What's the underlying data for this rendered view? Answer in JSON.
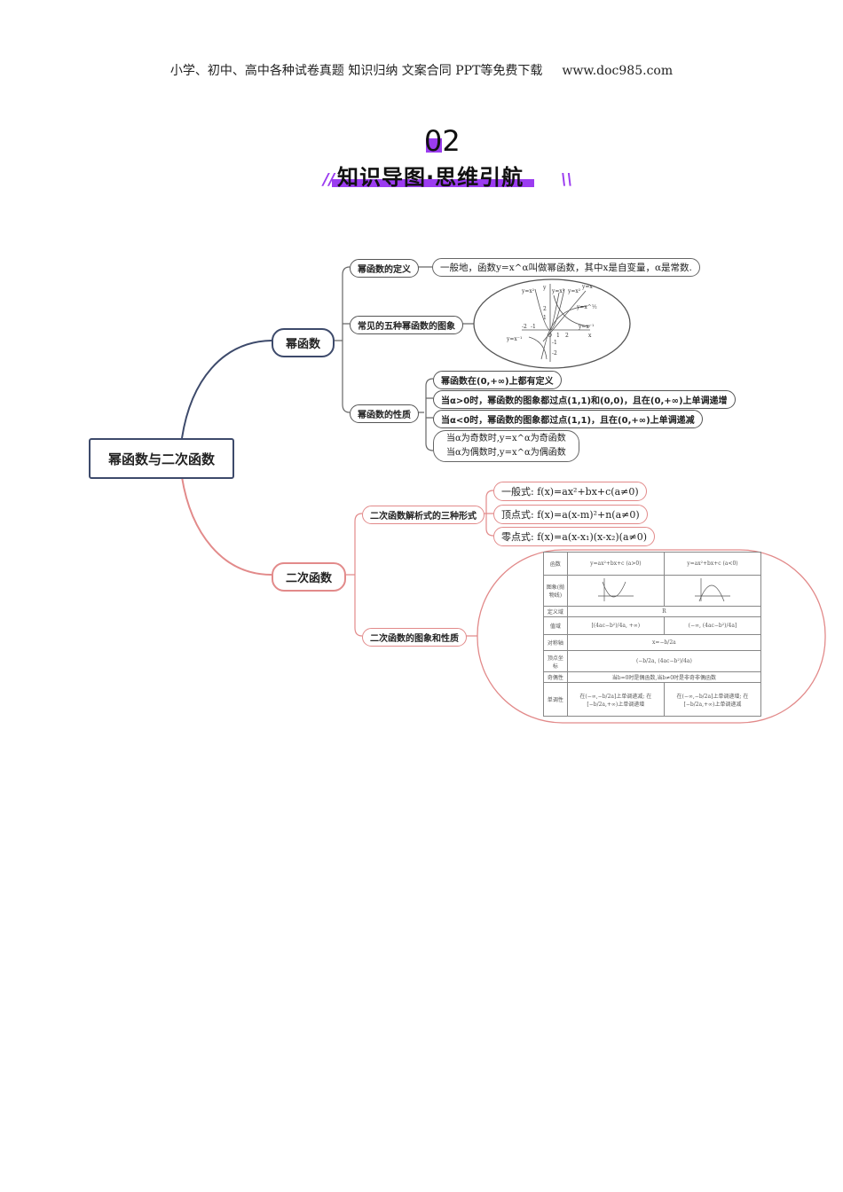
{
  "header": {
    "left": "小学、初中、高中各种试卷真题 知识归纳 文案合同 PPT等免费下载",
    "right": "www.doc985.com"
  },
  "section": {
    "number": "02",
    "title": "知识导图·思维引航"
  },
  "root": "幂函数与二次函数",
  "power": {
    "label": "幂函数",
    "definition": {
      "label": "幂函数的定义",
      "text": "一般地，函数y=x^α叫做幂函数，其中x是自变量，α是常数."
    },
    "graphs": {
      "label": "常见的五种幂函数的图象",
      "curves": [
        "y=x²",
        "y=x³",
        "y=x²",
        "y=x",
        "y=x^½",
        "y=x⁻¹",
        "y=x⁻¹"
      ],
      "ticks": [
        "-2",
        "-1",
        "O",
        "1",
        "2",
        "x",
        "y",
        "2",
        "1",
        "-1",
        "-2"
      ]
    },
    "properties": {
      "label": "幂函数的性质",
      "items": [
        "幂函数在(0,+∞)上都有定义",
        "当α>0时，幂函数的图象都过点(1,1)和(0,0)，且在(0,+∞)上单调递增",
        "当α<0时，幂函数的图象都过点(1,1)，且在(0,+∞)上单调递减"
      ],
      "parity": [
        "当α为奇数时,y=x^α为奇函数",
        "当α为偶数时,y=x^α为偶函数"
      ]
    }
  },
  "quadratic": {
    "label": "二次函数",
    "forms": {
      "label": "二次函数解析式的三种形式",
      "items": [
        "一般式: f(x)=ax²+bx+c(a≠0)",
        "顶点式: f(x)=a(x-m)²+n(a≠0)",
        "零点式: f(x)=a(x-x₁)(x-x₂)(a≠0)"
      ]
    },
    "table": {
      "label": "二次函数的图象和性质",
      "rows": [
        [
          "函数",
          "y=ax²+bx+c (a>0)",
          "y=ax²+bx+c (a<0)"
        ],
        [
          "图象(抛物线)",
          "",
          ""
        ],
        [
          "定义域",
          "R"
        ],
        [
          "值域",
          "[(4ac−b²)/4a, +∞)",
          "(−∞, (4ac−b²)/4a]"
        ],
        [
          "对称轴",
          "x=−b/2a"
        ],
        [
          "顶点坐标",
          "(−b/2a, (4ac−b²)/4a)"
        ],
        [
          "奇偶性",
          "当b=0时是偶函数,当b≠0时是非奇非偶函数"
        ],
        [
          "单调性",
          "在(−∞,−b/2a]上单调递减; 在[−b/2a,+∞)上单调递增",
          "在(−∞,−b/2a]上单调递增; 在[−b/2a,+∞)上单调递减"
        ]
      ]
    }
  }
}
